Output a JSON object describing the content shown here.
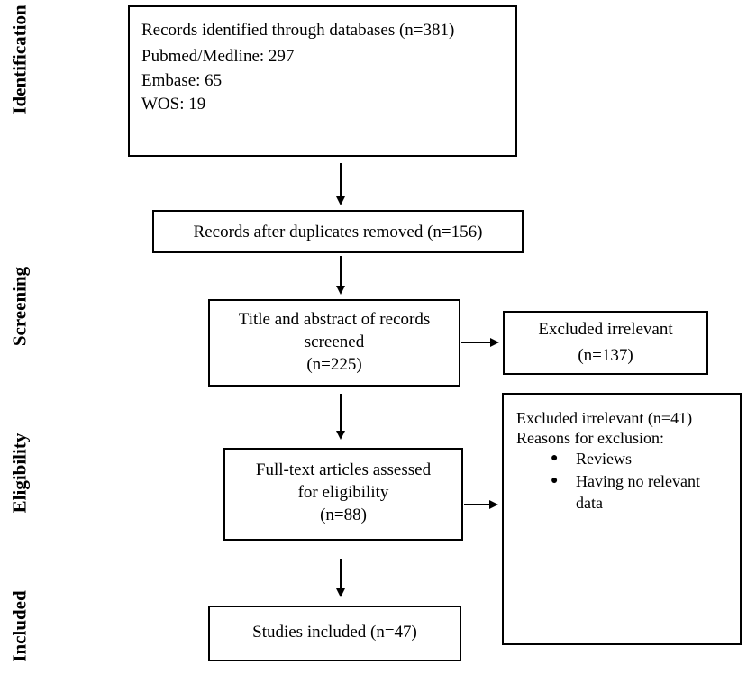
{
  "phases": {
    "identification": "Identification",
    "screening": "Screening",
    "eligibility": "Eligibility",
    "included": "Included"
  },
  "identified": {
    "title": "Records identified through databases (n=381)",
    "pubmed": "Pubmed/Medline: 297",
    "embase": "Embase: 65",
    "wos": "WOS: 19"
  },
  "duplicates": {
    "label": "Records after duplicates removed (n=156)"
  },
  "screened": {
    "line1": "Title and abstract of records",
    "line2": "screened",
    "line3": "(n=225)"
  },
  "excluded_screening": {
    "line1": "Excluded irrelevant",
    "line2": "(n=137)"
  },
  "fulltext": {
    "line1": "Full-text articles assessed",
    "line2": "for eligibility",
    "line3": "(n=88)"
  },
  "excluded_fulltext": {
    "line1": "Excluded irrelevant (n=41)",
    "line2": "Reasons for exclusion:",
    "reason1": "Reviews",
    "reason2a": "Having no relevant",
    "reason2b": "data"
  },
  "included": {
    "label": "Studies included (n=47)"
  }
}
